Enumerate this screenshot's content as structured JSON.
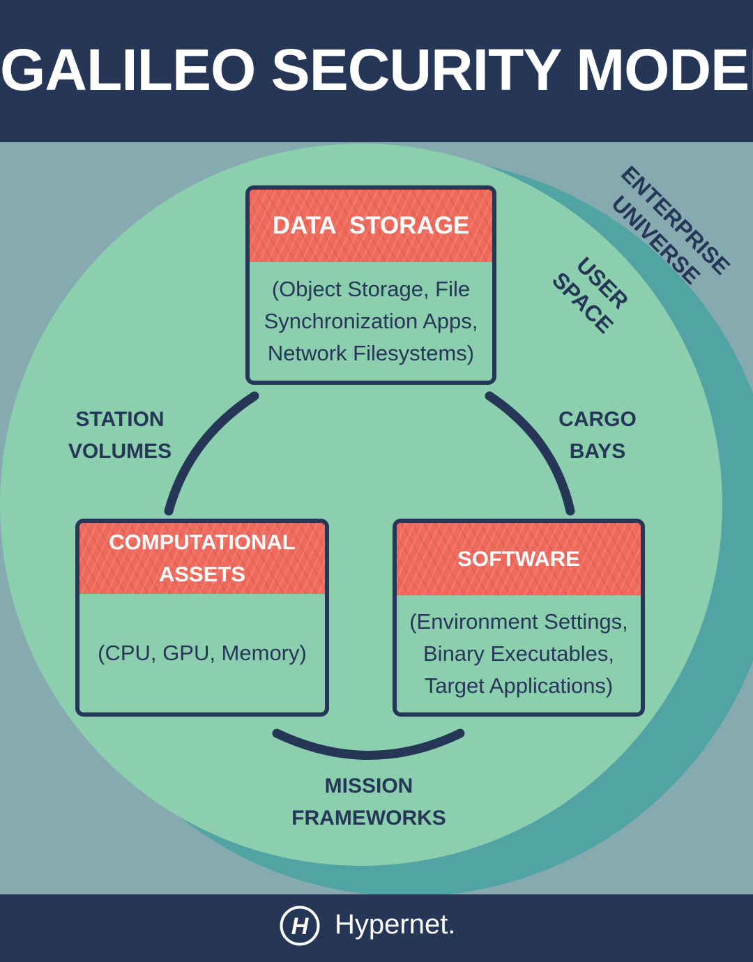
{
  "title": "GALILEO SECURITY MODEL",
  "regions": {
    "outer": "ENTERPRISE UNIVERSE",
    "outer_line1": "ENTERPRISE",
    "outer_line2": "UNIVERSE",
    "inner_line1": "USER",
    "inner_line2": "SPACE"
  },
  "nodes": {
    "data_storage": {
      "title": "DATA  STORAGE",
      "body": [
        "(Object Storage, File",
        "Synchronization Apps,",
        "Network Filesystems)"
      ]
    },
    "computational_assets": {
      "title": [
        "COMPUTATIONAL",
        "ASSETS"
      ],
      "body": "(CPU, GPU, Memory)"
    },
    "software": {
      "title": "SOFTWARE",
      "body": [
        "(Environment Settings,",
        "Binary Executables,",
        "Target Applications)"
      ]
    }
  },
  "edges": {
    "station_volumes": [
      "STATION",
      "VOLUMES"
    ],
    "cargo_bays": [
      "CARGO",
      "BAYS"
    ],
    "mission_frameworks": [
      "MISSION",
      "FRAMEWORKS"
    ]
  },
  "footer": {
    "brand": "Hypernet.",
    "logo_letter": "H"
  },
  "colors": {
    "navy": "#263656",
    "background": "#85abb0",
    "circle_fill": "#8ccfae",
    "circle_shadow": "#52a3a3",
    "box_header": "#ee6a5c",
    "white": "#ffffff"
  }
}
